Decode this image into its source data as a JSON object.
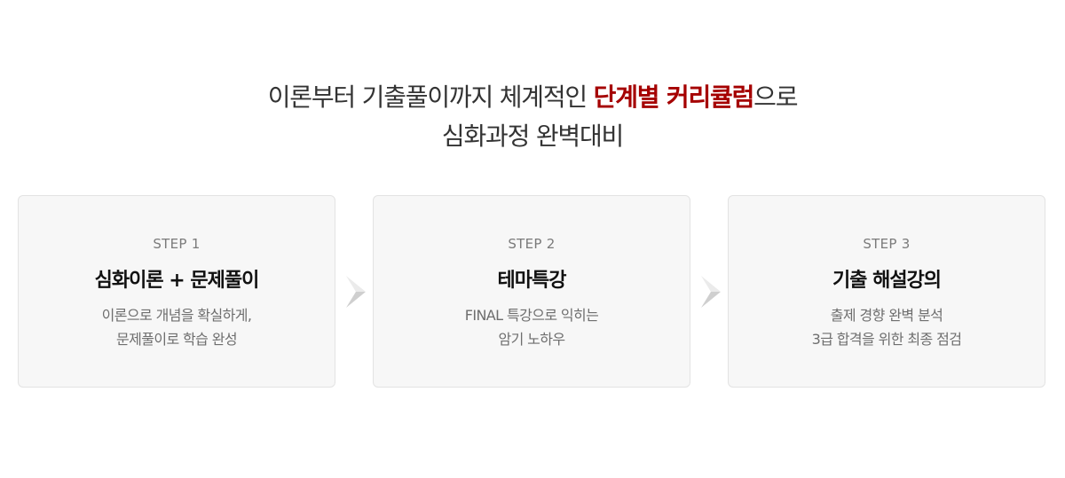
{
  "headline": {
    "line1_before": "이론부터 기출풀이까지 체계적인 ",
    "line1_highlight": "단계별 커리큘럼",
    "line1_after": "으로",
    "line2": "심화과정 완벽대비",
    "highlight_color": "#a50000"
  },
  "steps": [
    {
      "label": "STEP 1",
      "title": "심화이론 + 문제풀이",
      "desc_line1": "이론으로 개념을 확실하게,",
      "desc_line2": "문제풀이로 학습 완성"
    },
    {
      "label": "STEP 2",
      "title": "테마특강",
      "desc_line1": "FINAL 특강으로 익히는",
      "desc_line2": "암기 노하우"
    },
    {
      "label": "STEP 3",
      "title": "기출 해설강의",
      "desc_line1": "출제 경향 완벽 분석",
      "desc_line2": "3급 합격을 위한 최종 점검"
    }
  ],
  "icons": {
    "arrow": "chevron-right-icon"
  }
}
